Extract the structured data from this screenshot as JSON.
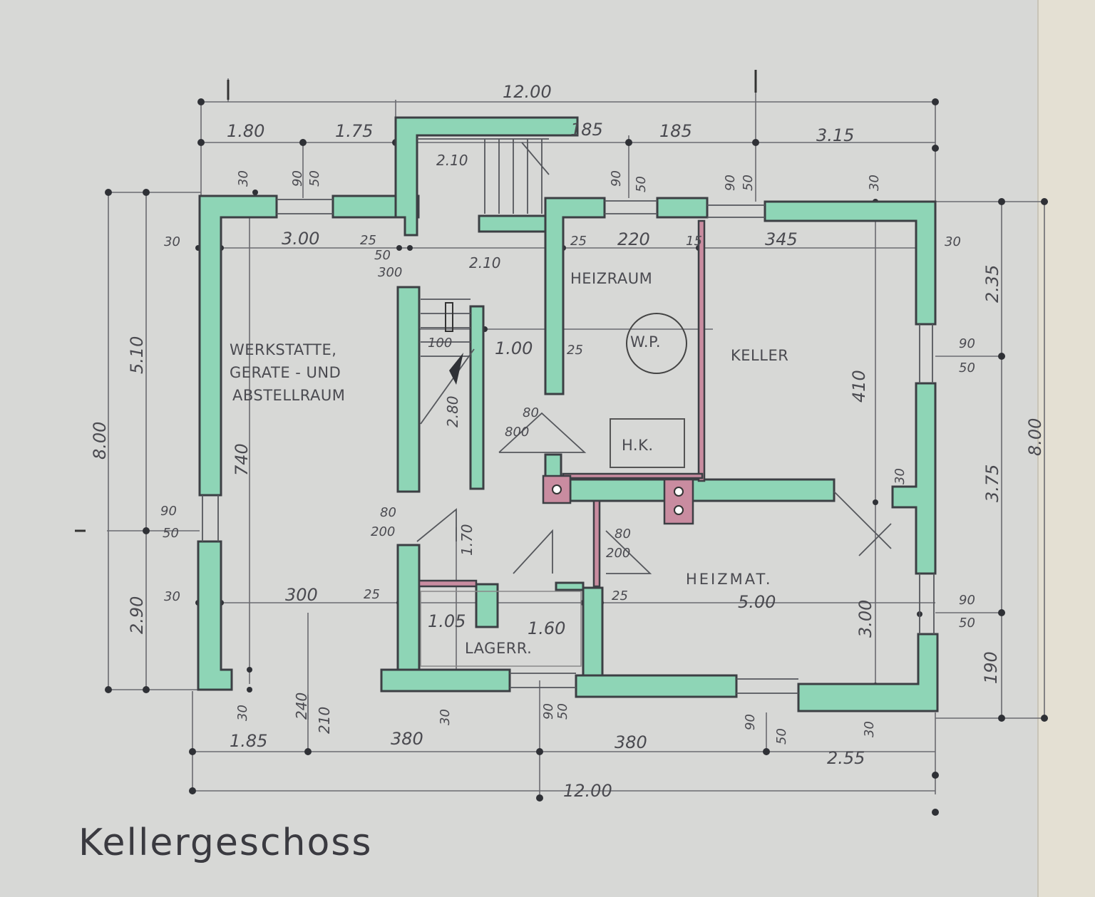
{
  "plan": {
    "title": "Kellergeschoss",
    "rooms": {
      "werkstatt_1": "WERKSTATTE,",
      "werkstatt_2": "GERATE - UND",
      "werkstatt_3": "ABSTELLRAUM",
      "heizraum": "HEIZRAUM",
      "wp": "W.P.",
      "keller": "KELLER",
      "hk": "H.K.",
      "heizmat": "HEIZMAT.",
      "lager": "LAGERR."
    },
    "dimensions": {
      "top_total": "12.00",
      "bottom_total": "12.00",
      "top_1": "1.80",
      "top_2": "1.75",
      "top_3": "185",
      "top_4": "185",
      "top_5": "3.15",
      "bottom_1": "1.85",
      "bottom_2": "380",
      "bottom_3": "380",
      "bottom_4": "2.55",
      "left_total": "8.00",
      "left_1": "5.10",
      "left_2": "2.90",
      "right_total": "8.00",
      "right_1": "2.35",
      "right_2": "3.75",
      "right_3": "190",
      "werk_width": "3.00",
      "werk_width_b": "300",
      "werk_height": "740",
      "stair_w": "2.10",
      "stair_w2": "2.10",
      "heiz_w": "220",
      "keller_w": "345",
      "keller_h": "410",
      "heizmat_w": "5.00",
      "heizmat_h": "3.00",
      "lager_w": "1.05",
      "lager_w2": "1.60",
      "corridor": "1.00",
      "corridor_h": "1.70",
      "stair_h": "2.80",
      "bot_a": "240",
      "bot_b": "210"
    },
    "small": {
      "w30": "30",
      "w25": "25",
      "w90": "90",
      "w50": "50",
      "w15": "15",
      "w80": "80",
      "d200": "200",
      "d800": "800",
      "d300": "300",
      "d100": "100"
    }
  }
}
